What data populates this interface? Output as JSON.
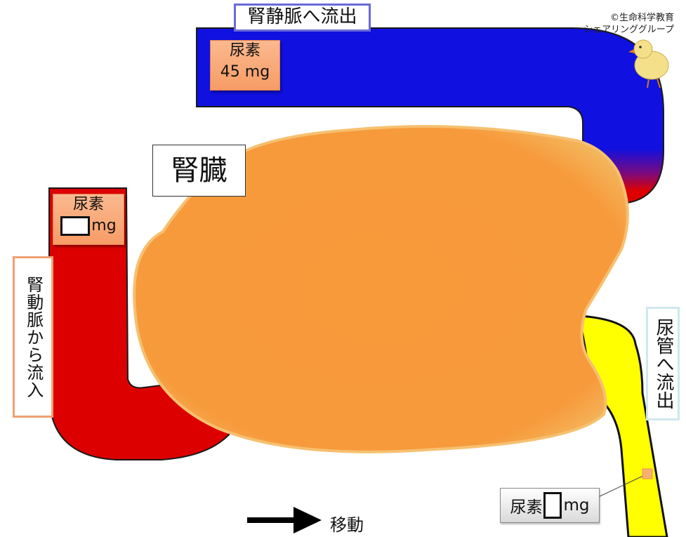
{
  "labels": {
    "vein_out": "腎静脈へ流出",
    "kidney": "腎臓",
    "artery_in": "腎動脈から流入",
    "ureter_out": "尿管へ流出",
    "move": "移動"
  },
  "urea_vein": {
    "title": "尿素",
    "amount": "45 mg"
  },
  "urea_artery": {
    "title": "尿素",
    "unit": "mg"
  },
  "urea_urine": {
    "title": "尿素",
    "unit": "mg"
  },
  "copyright": {
    "line1": "©生命科学教育",
    "line2": "シェアリンググループ"
  },
  "colors": {
    "vein": "#1010e0",
    "artery": "#dd0000",
    "kidney": "#f7a040",
    "ureter": "#ffff00",
    "urea_tag": "#f79c66"
  }
}
